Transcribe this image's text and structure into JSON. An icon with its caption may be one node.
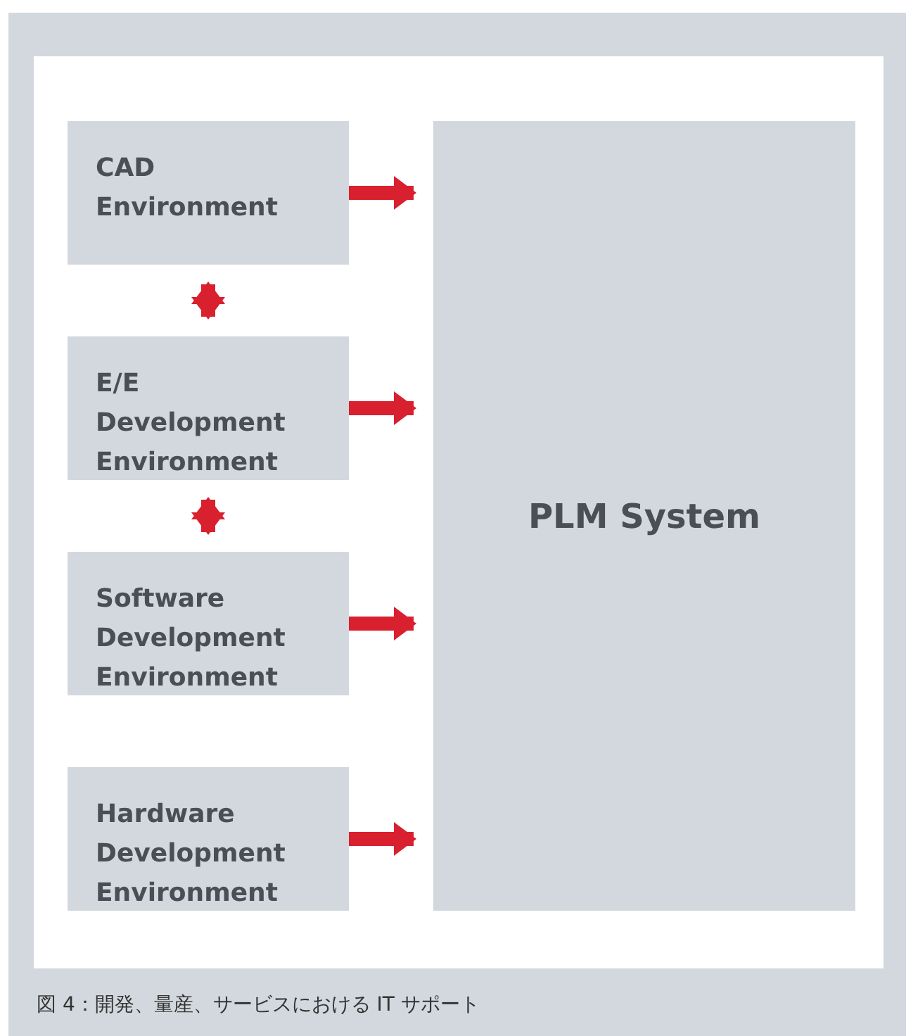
{
  "diagram": {
    "nodes": [
      {
        "text": [
          "CAD Environment"
        ]
      },
      {
        "text": [
          "E/E Development Environment"
        ]
      },
      {
        "text": [
          "Software Development Environment"
        ]
      },
      {
        "text": [
          "Hardware Development Environment"
        ]
      },
      {
        "text": [
          "PLM System"
        ]
      }
    ],
    "edges": [
      {
        "from": 0,
        "to": 4,
        "arrow": "to"
      },
      {
        "from": 0,
        "to": 1,
        "arrow": "both"
      },
      {
        "from": 1,
        "to": 4,
        "arrow": "to"
      },
      {
        "from": 1,
        "to": 2,
        "arrow": "both"
      },
      {
        "from": 2,
        "to": 4,
        "arrow": "to"
      },
      {
        "from": 3,
        "to": 4,
        "arrow": "to"
      }
    ],
    "labels": [
      "図 4：開発、量産、サービスにおける IT サポート"
    ]
  }
}
